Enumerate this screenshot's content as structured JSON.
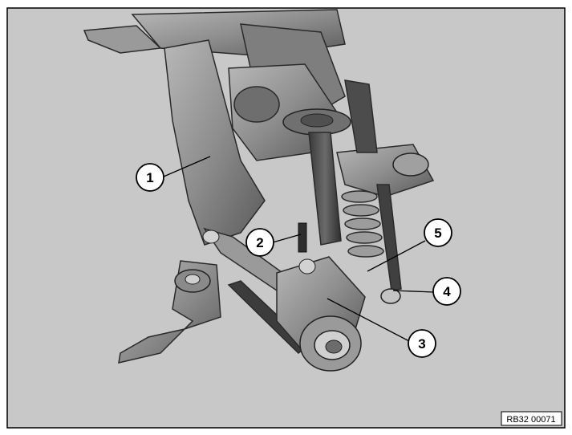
{
  "figure": {
    "background_color": "#c8c8c8",
    "part_color": "#8c8c8c",
    "part_dark_color": "#4a4a4a",
    "part_light_color": "#b4b4b4",
    "callouts": [
      {
        "number": "1"
      },
      {
        "number": "2"
      },
      {
        "number": "3"
      },
      {
        "number": "4"
      },
      {
        "number": "5"
      }
    ],
    "reference_code": "RB32 00071"
  }
}
